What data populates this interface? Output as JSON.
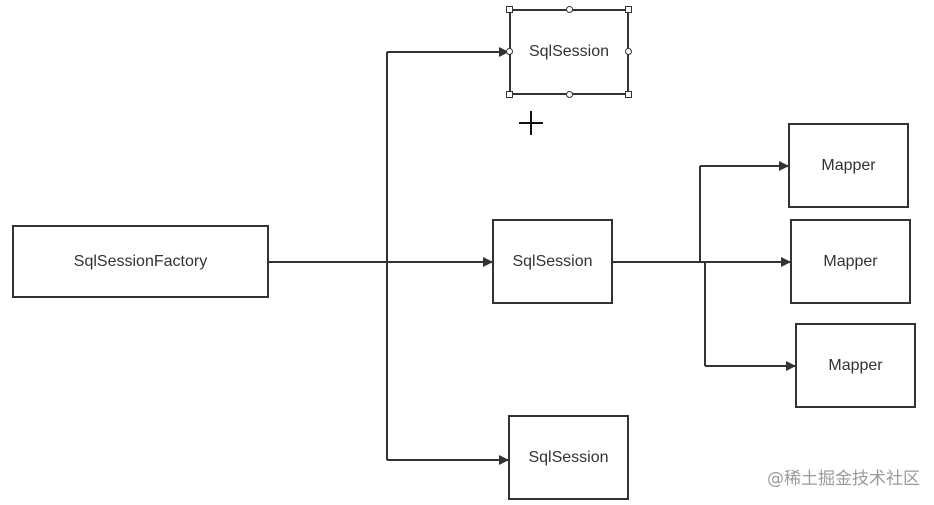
{
  "nodes": {
    "factory": "SqlSessionFactory",
    "session_top": "SqlSession",
    "session_mid": "SqlSession",
    "session_bottom": "SqlSession",
    "mapper_1": "Mapper",
    "mapper_2": "Mapper",
    "mapper_3": "Mapper"
  },
  "watermark": "@稀土掘金技术社区",
  "colors": {
    "line": "#333333",
    "watermark": "#9a9a9a"
  }
}
